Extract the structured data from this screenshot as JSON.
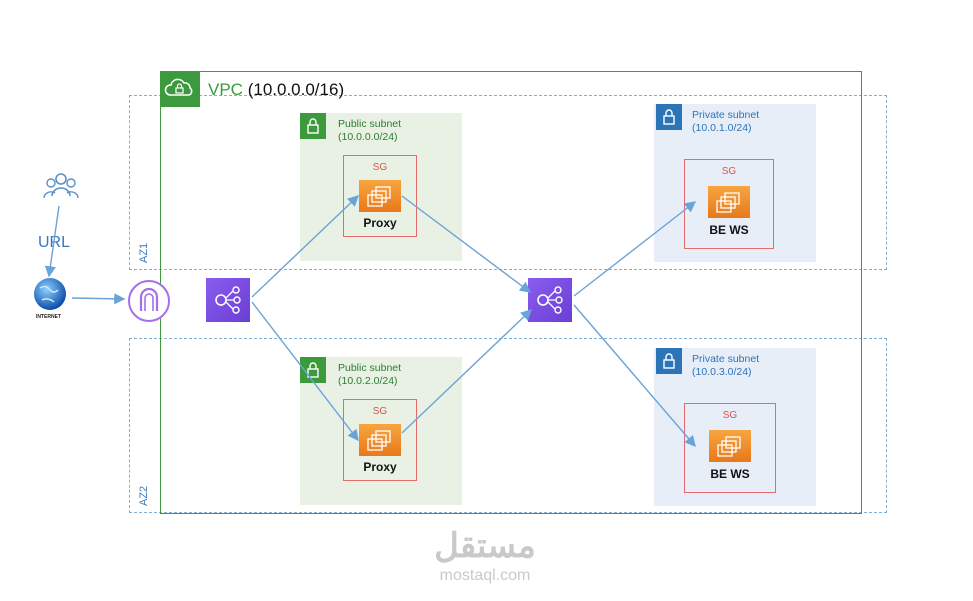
{
  "vpc": {
    "title_prefix": "VPC",
    "cidr": "(10.0.0.0/16)"
  },
  "zones": [
    {
      "label": "AZ1"
    },
    {
      "label": "AZ2"
    }
  ],
  "subnets": {
    "public_az1": {
      "title": "Public subnet",
      "cidr": "(10.0.0.0/24)"
    },
    "public_az2": {
      "title": "Public subnet",
      "cidr": "(10.0.2.0/24)"
    },
    "private_az1": {
      "title": "Private subnet",
      "cidr": "(10.0.1.0/24)"
    },
    "private_az2": {
      "title": "Private subnet",
      "cidr": "(10.0.3.0/24)"
    }
  },
  "security_groups": {
    "proxy_az1": {
      "sg": "SG",
      "instance": "Proxy"
    },
    "proxy_az2": {
      "sg": "SG",
      "instance": "Proxy"
    },
    "be_az1": {
      "sg": "SG",
      "instance": "BE WS"
    },
    "be_az2": {
      "sg": "SG",
      "instance": "BE WS"
    }
  },
  "external": {
    "url_label": "URL",
    "internet_label": "INTERNET"
  },
  "watermark": {
    "arabic": "مستقل",
    "latin": "mostaql.com"
  },
  "colors": {
    "vpc_green": "#3c9a3c",
    "public_fill": "#e8f1e4",
    "private_fill": "#e7eef7",
    "private_blue": "#2c74b8",
    "sg_red": "#e36a6a",
    "ec2_orange": "#ed8a24",
    "elb_purple": "#7a4ee0",
    "arrow_blue": "#6aa3d8"
  },
  "icons": [
    "users-icon",
    "globe-icon",
    "internet-gateway-icon",
    "load-balancer-icon",
    "ec2-instance-icon",
    "lock-icon",
    "cloud-icon"
  ]
}
